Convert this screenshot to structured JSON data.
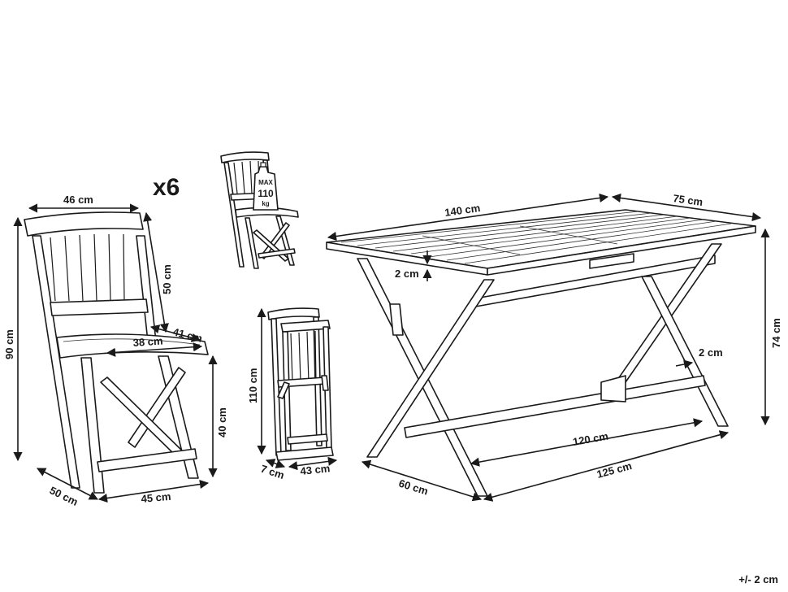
{
  "quantity_badge": "x6",
  "weight_badge": {
    "line1": "MAX",
    "line2": "110",
    "line3": "kg"
  },
  "chair": {
    "top_width": "46 cm",
    "back_height": "50 cm",
    "total_height": "90 cm",
    "seat_depth_side": "41 cm",
    "seat_width": "38 cm",
    "seat_height": "40 cm",
    "base_depth": "50 cm",
    "base_width": "45 cm"
  },
  "folded_chair": {
    "height": "110 cm",
    "thickness": "7 cm",
    "width": "43 cm"
  },
  "table": {
    "length": "140 cm",
    "width": "75 cm",
    "top_thickness": "2 cm",
    "leg_thickness": "2 cm",
    "height": "74 cm",
    "inner_length": "120 cm",
    "base_length": "125 cm",
    "base_width": "60 cm"
  },
  "tolerance": "+/- 2 cm"
}
